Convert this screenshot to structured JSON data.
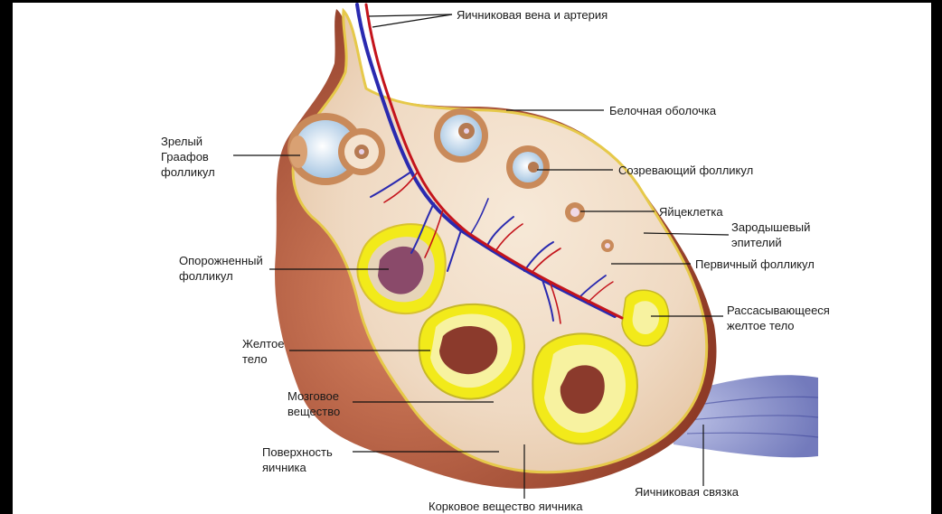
{
  "labels": {
    "vein_artery": "Яичниковая вена и артерия",
    "tunica_albuginea": "Белочная оболочка",
    "mature_follicle": [
      "Зрелый",
      "Граафов",
      "фолликул"
    ],
    "maturing_follicle": "Созревающий фолликул",
    "oocyte": "Яйцеклетка",
    "germinal_epithelium": [
      "Зародышевый",
      "эпителий"
    ],
    "primary_follicle": "Первичный фолликул",
    "empty_follicle": [
      "Опорожненный",
      "фолликул"
    ],
    "regressing_corpus_luteum": [
      "Рассасывающееся",
      "желтое тело"
    ],
    "corpus_luteum": [
      "Желтое",
      "тело"
    ],
    "medulla": [
      "Мозговое",
      "вещество"
    ],
    "ovary_surface": [
      "Поверхность",
      "яичника"
    ],
    "ovarian_ligament": "Яичниковая связка",
    "cortex": "Корковое вещество яичника"
  },
  "colors": {
    "tissue_outer": "#b4553a",
    "tissue_inner": "#f0dcc7",
    "capsule": "#e8d25a",
    "vein": "#2a2ab0",
    "artery": "#c4141c",
    "follicle_fluid": "#c9dff0",
    "corpus_luteum": "#f2ea1a",
    "corpus_center": "#8b3a2c",
    "ligament": "#7f86c6"
  }
}
